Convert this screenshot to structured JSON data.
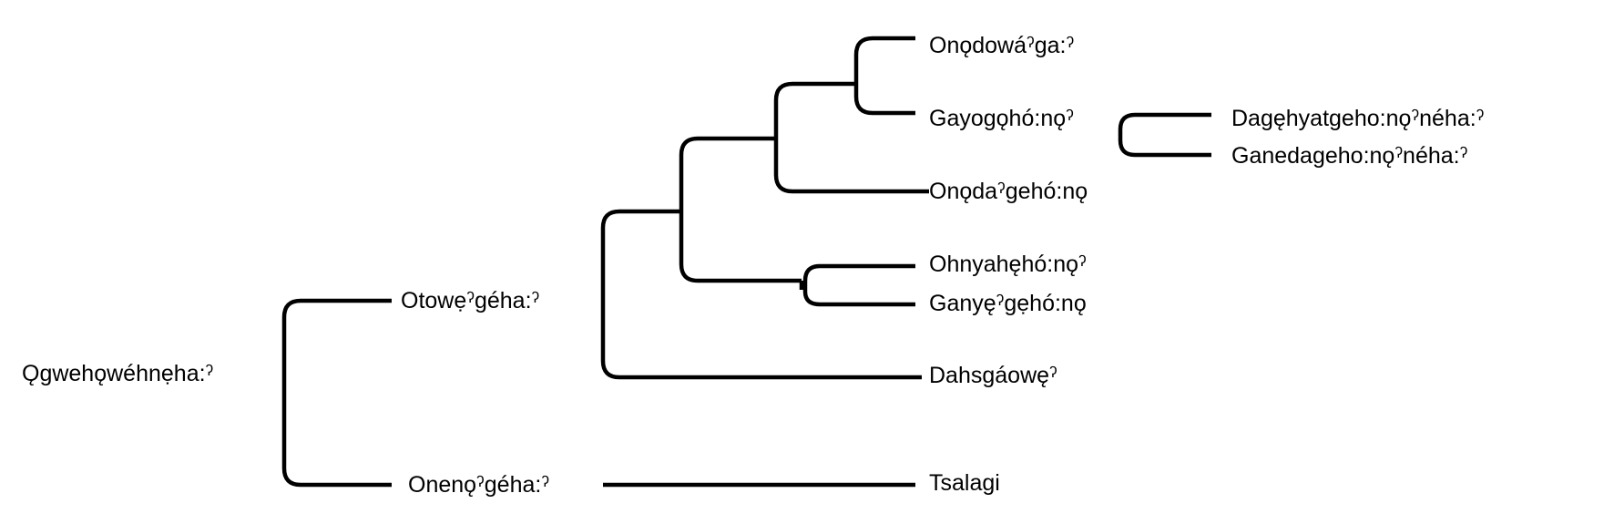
{
  "tree": {
    "root": "Ǫgwehǫwéhnẹha:ˀ",
    "branch_otowe": "Otowẹˀgéha:ˀ",
    "branch_onenq": "Onenǫˀgéha:ˀ",
    "leaves": {
      "onqdowaga": "Onǫdowáˀga:ˀ",
      "gayogoho": "Gayogǫhó:nǫˀ",
      "onqdagehono": "Onǫdaˀgehó:nǫ",
      "ohnyaheho": "Ohnyahęhó:nǫˀ",
      "ganyegeho": "Ganyęˀgẹhó:nǫ",
      "dahsgaowe": "Dahsgáowęˀ",
      "tsalagi": "Tsalagi",
      "dagehyatgeho": "Dagęhyatgeho:nǫˀnéha:ˀ",
      "ganedageho": "Ganedageho:nǫˀnéha:ˀ"
    }
  }
}
